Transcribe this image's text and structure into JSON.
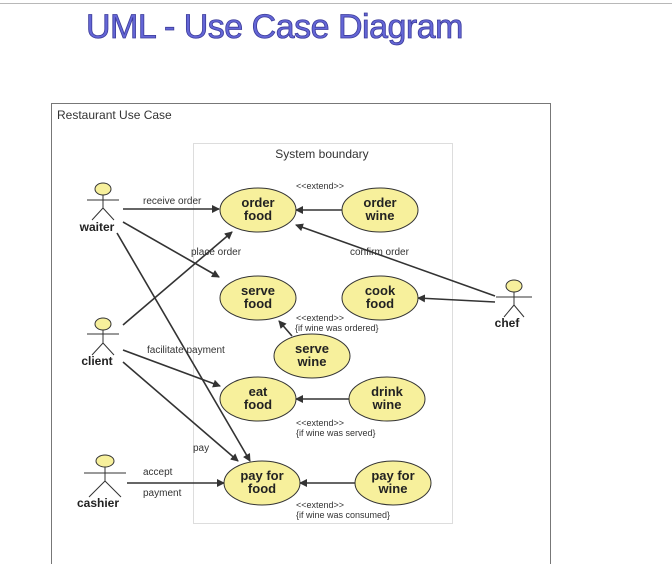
{
  "title": "UML - Use Case Diagram",
  "diagram": {
    "frame_label": "Restaurant Use Case",
    "boundary_label": "System boundary",
    "actors": {
      "waiter": "waiter",
      "client": "client",
      "cashier": "cashier",
      "chef": "chef"
    },
    "use_cases": {
      "order_food": [
        "order",
        "food"
      ],
      "order_wine": [
        "order",
        "wine"
      ],
      "serve_food": [
        "serve",
        "food"
      ],
      "cook_food": [
        "cook",
        "food"
      ],
      "serve_wine": [
        "serve",
        "wine"
      ],
      "eat_food": [
        "eat",
        "food"
      ],
      "drink_wine": [
        "drink",
        "wine"
      ],
      "pay_for_food": [
        "pay for",
        "food"
      ],
      "pay_for_wine": [
        "pay for",
        "wine"
      ]
    },
    "edge_labels": {
      "receive_order": "receive order",
      "place_order": "place order",
      "confirm_order": "confirm order",
      "facilitate_payment": "facilitate payment",
      "pay": "pay",
      "accept": "accept",
      "payment": "payment",
      "extend_order_wine": "<<extend>>",
      "extend_serve_wine": "<<extend>>",
      "cond_serve_wine": "{if wine was ordered}",
      "extend_drink_wine": "<<extend>>",
      "cond_drink_wine": "{if wine was served}",
      "extend_pay_wine": "<<extend>>",
      "cond_pay_wine": "{if wine was consumed}"
    },
    "colors": {
      "use_case_fill": "#f7f09c",
      "title": "#6466d6"
    }
  }
}
